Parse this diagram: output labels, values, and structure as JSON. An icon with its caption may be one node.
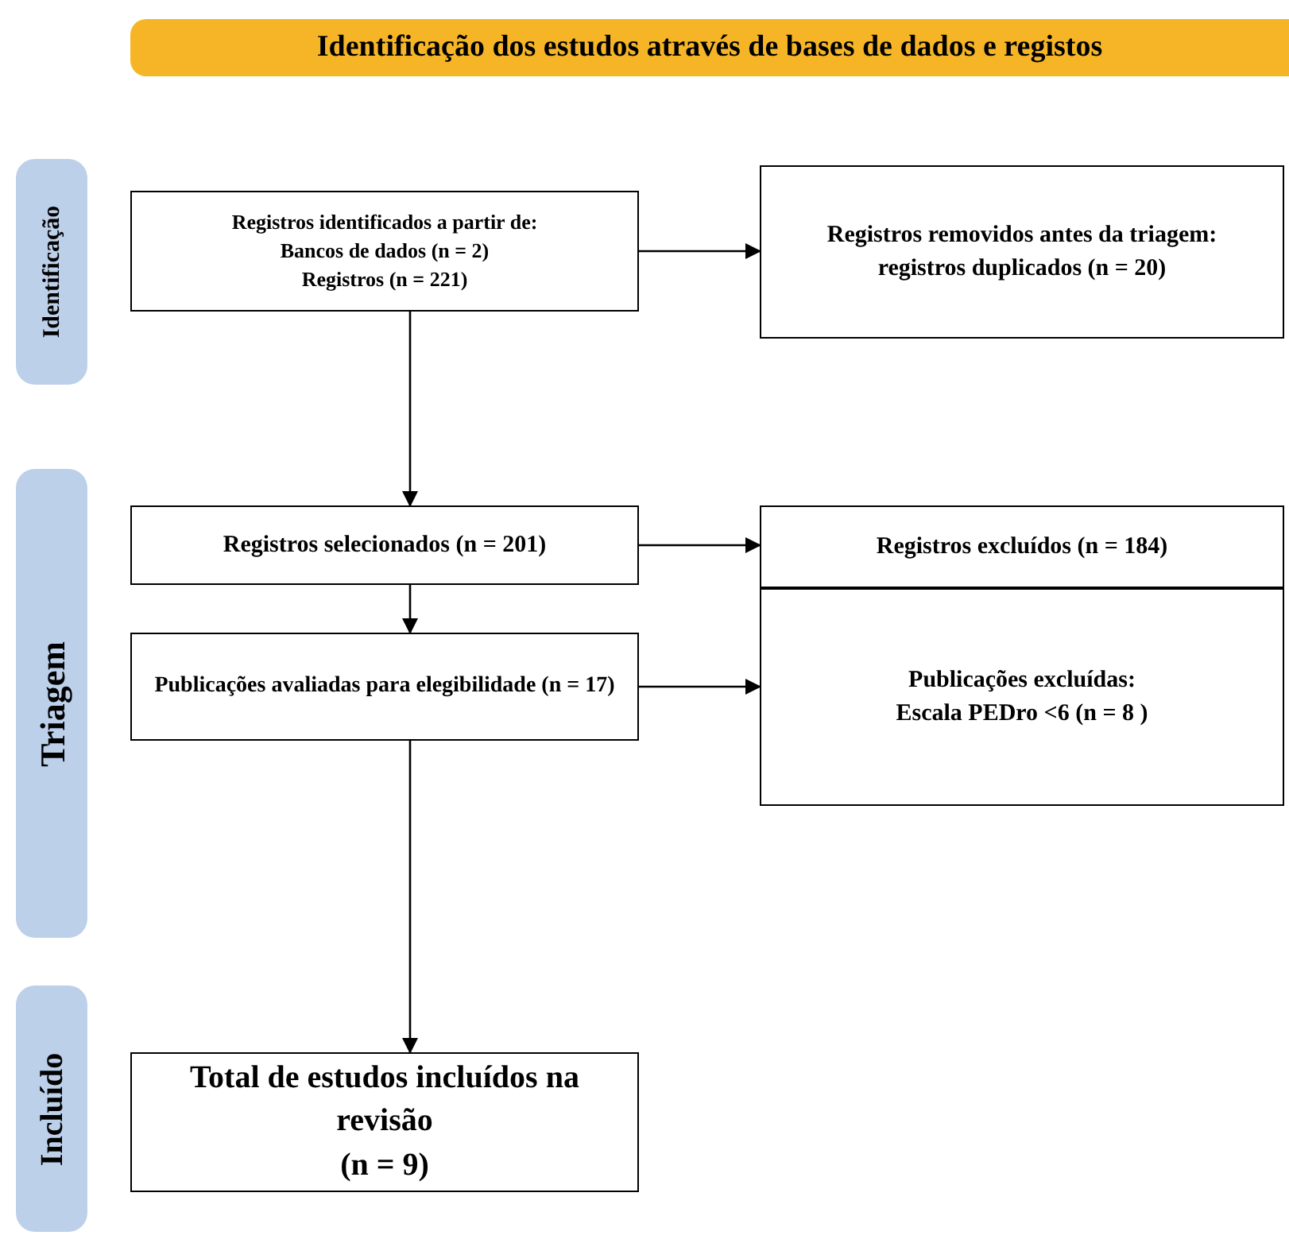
{
  "diagram": {
    "title": "Identificação dos estudos através de bases de dados e registos",
    "nodes": [
      {
        "text": [
          "Identificação"
        ]
      },
      {
        "text": [
          "Triagem"
        ]
      },
      {
        "text": [
          "Incluído"
        ]
      },
      {
        "text": [
          "Registros identificados a partir de:",
          "Bancos de dados (n = 2)",
          "Registros (n = 221)"
        ]
      },
      {
        "text": [
          "Registros removidos antes da triagem:",
          "registros duplicados (n = 20)"
        ]
      },
      {
        "text": [
          "Registros selecionados (n = 201)"
        ]
      },
      {
        "text": [
          "Registros excluídos (n = 184)"
        ]
      },
      {
        "text": [
          "Publicações avaliadas para elegibilidade (n = 17)"
        ]
      },
      {
        "text": [
          "Publicações excluídas:",
          "Escala PEDro <6 (n = 8 )"
        ]
      },
      {
        "text": [
          "Total de estudos incluídos na revisão",
          "(n = 9)"
        ]
      }
    ],
    "edges": [
      {
        "from": 3,
        "to": 4,
        "arrow": "to"
      },
      {
        "from": 3,
        "to": 5,
        "arrow": "to"
      },
      {
        "from": 5,
        "to": 6,
        "arrow": "to"
      },
      {
        "from": 5,
        "to": 7,
        "arrow": "to"
      },
      {
        "from": 7,
        "to": 8,
        "arrow": "to"
      },
      {
        "from": 7,
        "to": 9,
        "arrow": "to"
      }
    ]
  }
}
